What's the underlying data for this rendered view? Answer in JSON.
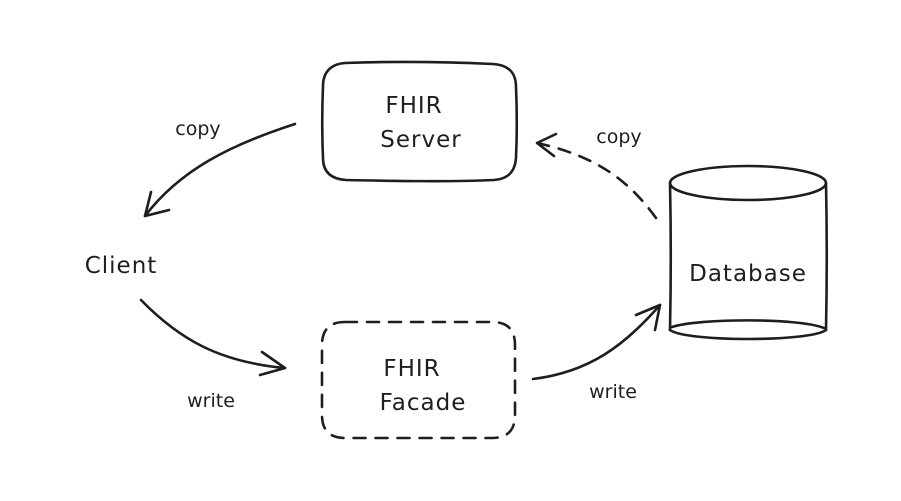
{
  "nodes": {
    "fhir_server": {
      "line1": "FHIR",
      "line2": "Server"
    },
    "client": {
      "label": "Client"
    },
    "fhir_facade": {
      "line1": "FHIR",
      "line2": "Facade"
    },
    "database": {
      "label": "Database"
    }
  },
  "edges": {
    "server_to_client": {
      "label": "copy",
      "style": "solid"
    },
    "database_to_server": {
      "label": "copy",
      "style": "dashed"
    },
    "client_to_facade": {
      "label": "write",
      "style": "solid"
    },
    "facade_to_database": {
      "label": "write",
      "style": "solid"
    }
  },
  "colors": {
    "ink": "#1e1e1e",
    "background": "#ffffff"
  }
}
